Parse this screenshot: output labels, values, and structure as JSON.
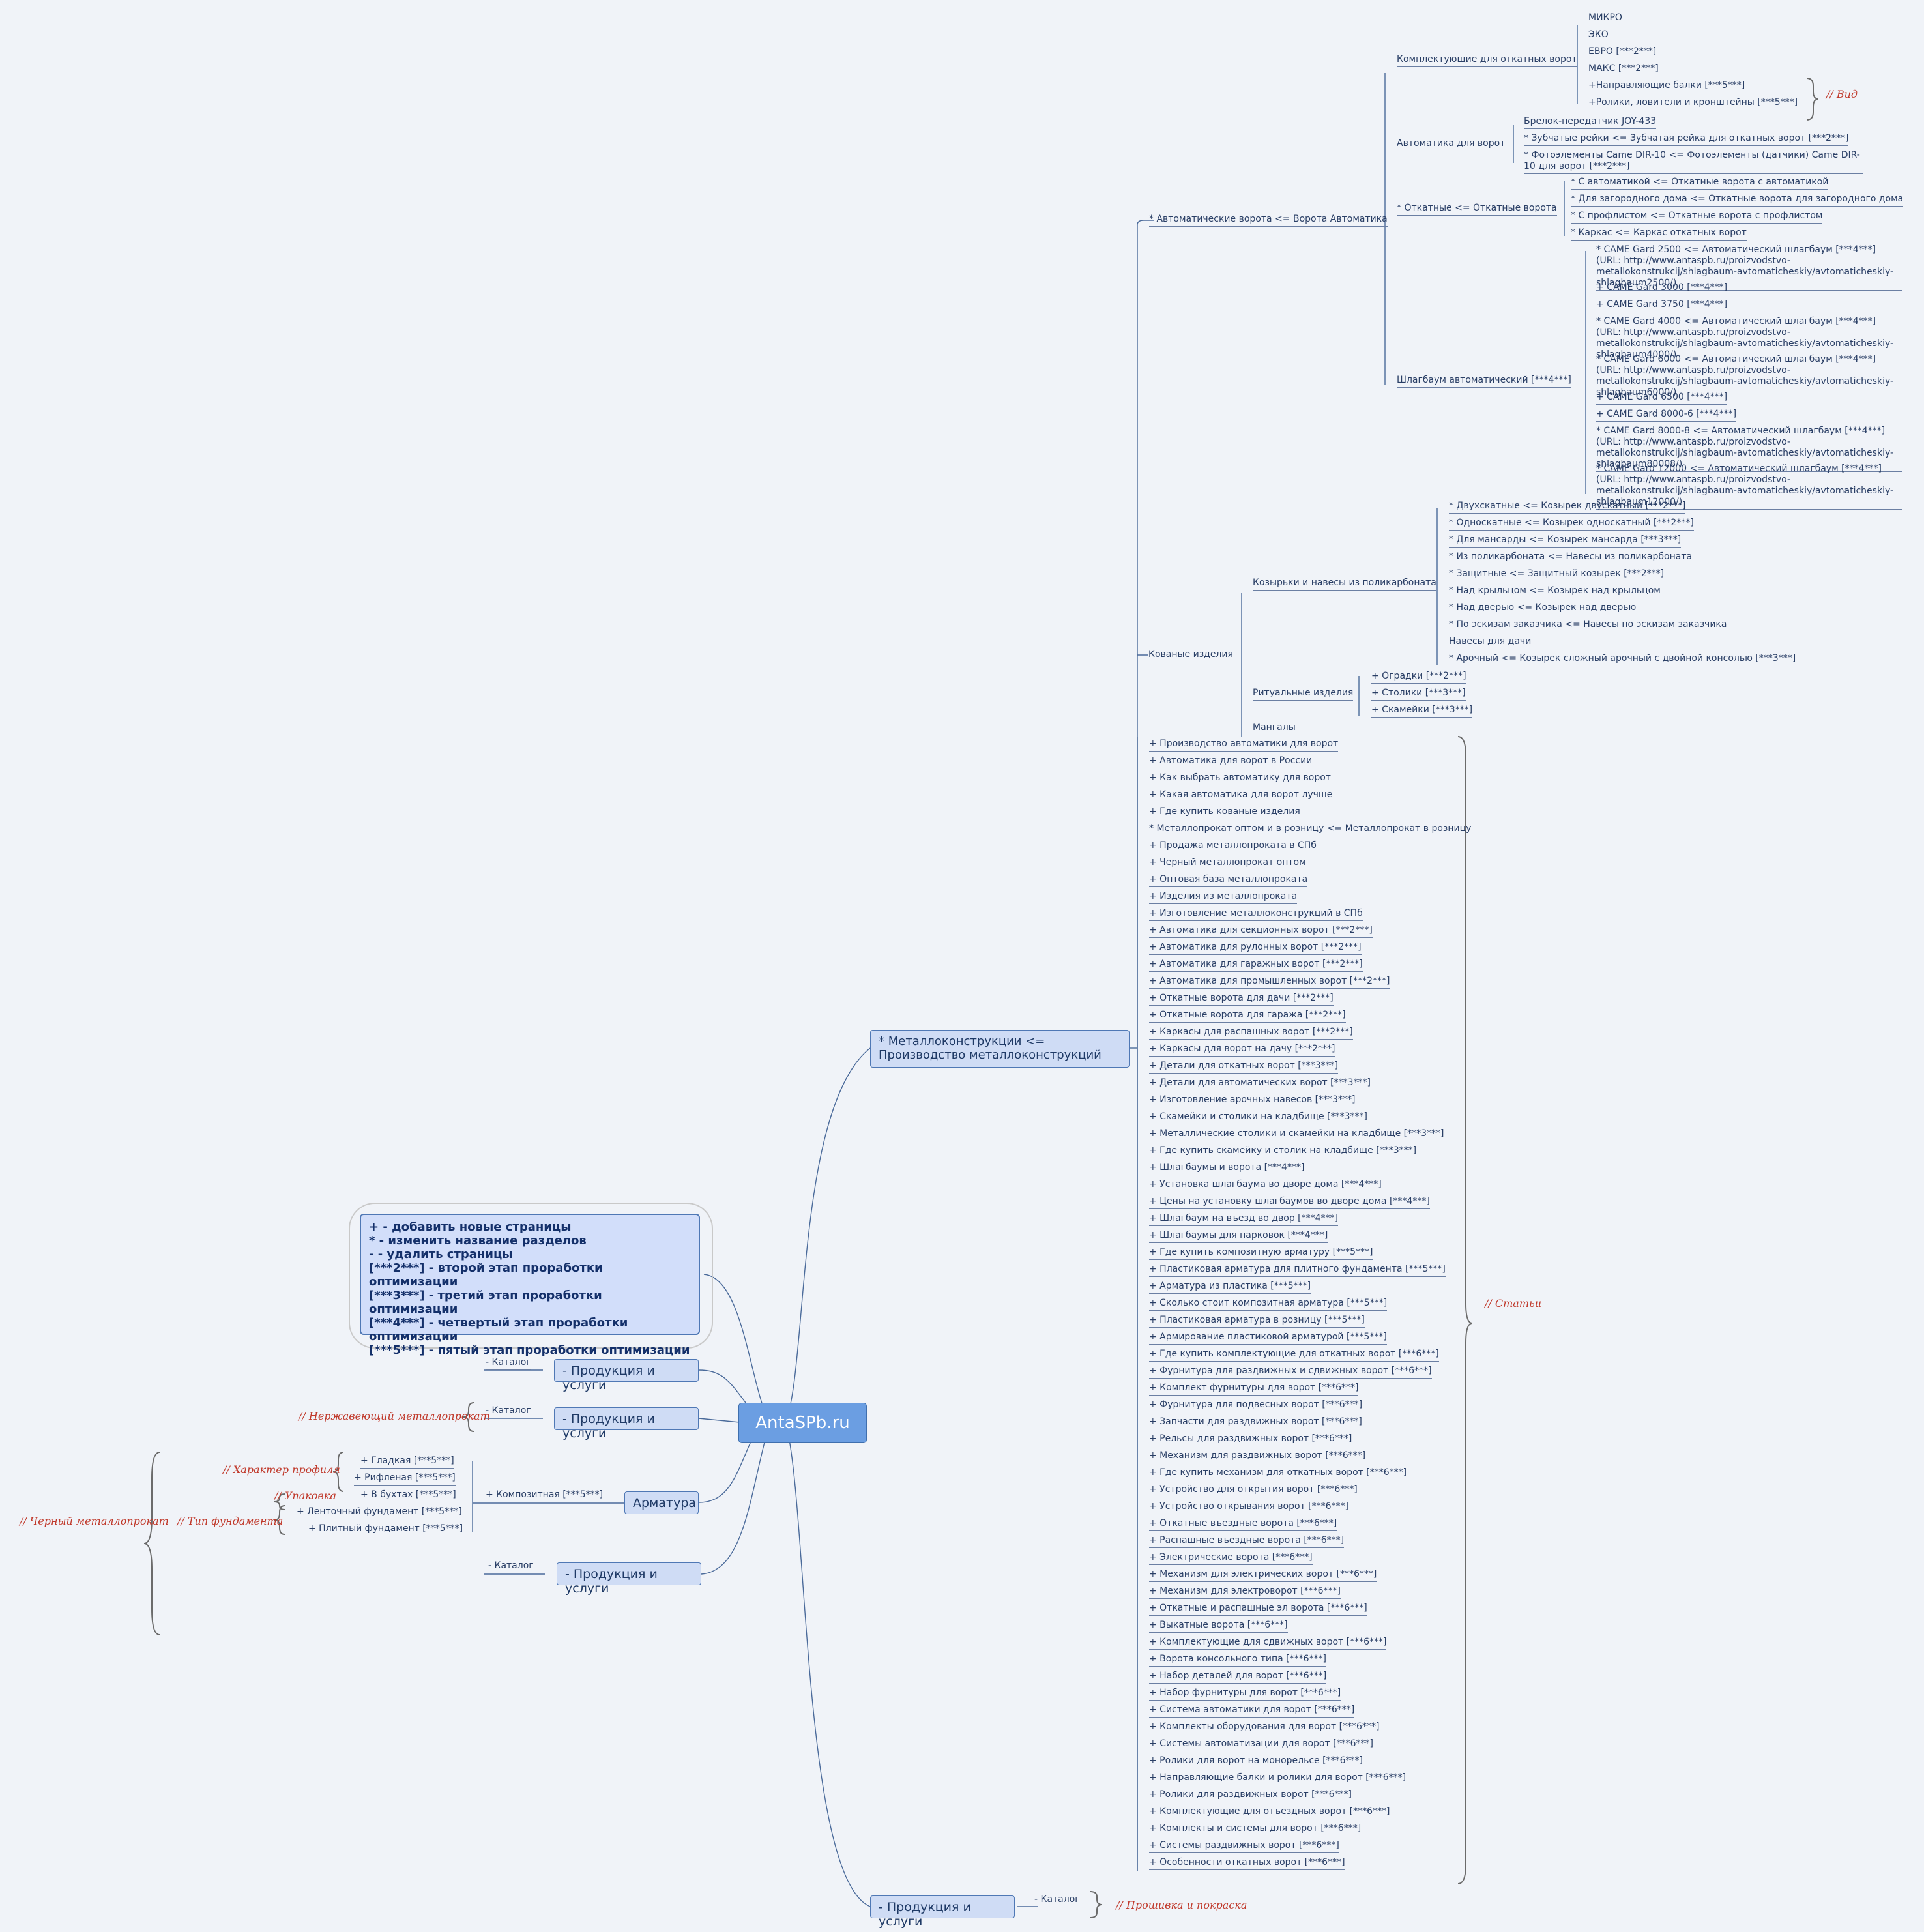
{
  "root": "AntaSPb.ru",
  "legend": [
    "+ - добавить новые страницы",
    "* - изменить название разделов",
    "- - удалить страницы",
    "[***2***] - второй этап проработки оптимизации",
    "[***3***] - третий этап проработки оптимизации",
    "[***4***] - четвертый этап проработки оптимизации",
    "[***5***] - пятый этап проработки оптимизации"
  ],
  "main_branch": "* Металлоконструкции <= Производство металлоконструкций",
  "auto_gates": {
    "label": "* Автоматические ворота <= Ворота Автоматика",
    "komplekt": {
      "label": "Комплектующие для откатных ворот",
      "items": [
        "МИКРО",
        "ЭКО",
        "ЕВРО [***2***]",
        "МАКС [***2***]",
        "+Направляющие балки [***5***]",
        "+Ролики, ловители и кронштейны [***5***]"
      ],
      "note": "// Вид"
    },
    "automatika": {
      "label": "Автоматика для ворот",
      "items": [
        "Брелок-передатчик JOY-433",
        "* Зубчатые рейки <= Зубчатая рейка для откатных ворот [***2***]",
        "* Фотоэлементы Came DIR-10 <= Фотоэлементы (датчики) Came DIR-10 для ворот [***2***]"
      ]
    },
    "otkatnye": {
      "label": "* Откатные <= Откатные ворота",
      "items": [
        "* С автоматикой <= Откатные ворота с автоматикой",
        "* Для загородного дома <= Откатные ворота для загородного дома",
        "* С профлистом <= Откатные ворота с профлистом",
        "* Каркас <= Каркас откатных ворот"
      ]
    },
    "shlagbaum": {
      "label": "Шлагбаум автоматический [***4***]",
      "items": [
        "* CAME Gard 2500 <= Автоматический шлагбаум [***4***] (URL: http://www.antaspb.ru/proizvodstvo-metallokonstrukcij/shlagbaum-avtomaticheskiy/avtomaticheskiy-shlagbaum2500/)",
        "+ CAME Gard 3000 [***4***]",
        "+ CAME Gard 3750 [***4***]",
        "* CAME Gard 4000 <= Автоматический шлагбаум [***4***] (URL: http://www.antaspb.ru/proizvodstvo-metallokonstrukcij/shlagbaum-avtomaticheskiy/avtomaticheskiy-shlagbaum4000/)",
        "* CAME Gard 6000 <= Автоматический шлагбаум [***4***] (URL: http://www.antaspb.ru/proizvodstvo-metallokonstrukcij/shlagbaum-avtomaticheskiy/avtomaticheskiy-shlagbaum6000/)",
        "+ CAME Gard 6500 [***4***]",
        "+ CAME Gard 8000-6 [***4***]",
        "* CAME Gard 8000-8 <= Автоматический шлагбаум [***4***] (URL: http://www.antaspb.ru/proizvodstvo-metallokonstrukcij/shlagbaum-avtomaticheskiy/avtomaticheskiy-shlagbaum80008/)",
        "* CAME Gard 12000 <= Автоматический шлагбаум [***4***] (URL: http://www.antaspb.ru/proizvodstvo-metallokonstrukcij/shlagbaum-avtomaticheskiy/avtomaticheskiy-shlagbaum12000/)"
      ]
    }
  },
  "kovanye": {
    "label": "Кованые изделия",
    "kozyrki": {
      "label": "Козырьки и навесы из поликарбоната",
      "items": [
        "* Двухскатные <= Козырек двускатный [***2***]",
        "* Односкатные <= Козырек односкатный [***2***]",
        "* Для мансарды <= Козырек мансарда [***3***]",
        "* Из поликарбоната <= Навесы из поликарбоната",
        "* Защитные <= Защитный козырек [***2***]",
        "* Над крыльцом <= Козырек над крыльцом",
        "* Над дверью <= Козырек над дверью",
        "* По эскизам заказчика <= Навесы по эскизам заказчика",
        "Навесы для дачи",
        "* Арочный <= Козырек сложный арочный с двойной консолью [***3***]"
      ]
    },
    "ritual": {
      "label": "Ритуальные изделия",
      "items": [
        "+ Оградки [***2***]",
        "+ Столики [***3***]",
        "+ Скамейки [***3***]"
      ]
    },
    "mangaly": "Мангалы"
  },
  "articles": {
    "note": "// Статьи",
    "items": [
      "+ Производство автоматики для ворот",
      "+ Автоматика для ворот в России",
      "+ Как выбрать автоматику для ворот",
      "+ Какая автоматика для ворот лучше",
      "+ Где купить кованые изделия",
      "* Металлопрокат оптом и в розницу <= Металлопрокат в розницу",
      "+ Продажа металлопроката в СПб",
      "+ Черный металлопрокат оптом",
      "+ Оптовая база металлопроката",
      "+ Изделия из металлопроката",
      "+ Изготовление металлоконструкций в СПб",
      "+ Автоматика для секционных ворот [***2***]",
      "+ Автоматика для рулонных ворот [***2***]",
      "+ Автоматика для гаражных ворот [***2***]",
      "+ Автоматика для промышленных ворот [***2***]",
      "+ Откатные ворота для дачи [***2***]",
      "+ Откатные ворота для гаража [***2***]",
      "+ Каркасы для распашных ворот [***2***]",
      "+ Каркасы для ворот на дачу [***2***]",
      "+ Детали для откатных ворот [***3***]",
      "+ Детали для автоматических ворот [***3***]",
      "+ Изготовление арочных навесов [***3***]",
      "+ Скамейки и столики на кладбище [***3***]",
      "+ Металлические столики и скамейки на кладбище [***3***]",
      "+ Где купить скамейку и столик на кладбище [***3***]",
      "+ Шлагбаумы и ворота [***4***]",
      "+ Установка шлагбаума во дворе дома [***4***]",
      "+ Цены на установку шлагбаумов во дворе дома [***4***]",
      "+ Шлагбаум на въезд во двор [***4***]",
      "+ Шлагбаумы для парковок [***4***]",
      "+ Где купить композитную арматуру [***5***]",
      "+ Пластиковая арматура для плитного фундамента  [***5***]",
      "+ Арматура из пластика [***5***]",
      "+ Сколько стоит композитная арматура [***5***]",
      "+ Пластиковая арматура в розницу [***5***]",
      "+ Армирование пластиковой арматурой [***5***]",
      "+ Где купить комплектующие для откатных ворот [***6***]",
      "+ Фурнитура для раздвижных и сдвижных ворот [***6***]",
      "+ Комплект фурнитуры для ворот [***6***]",
      "+ Фурнитура для подвесных ворот [***6***]",
      "+ Запчасти для раздвижных ворот [***6***]",
      "+ Рельсы для раздвижных ворот  [***6***]",
      "+ Механизм для раздвижных ворот [***6***]",
      "+ Где купить механизм для откатных ворот [***6***]",
      "+ Устройство для открытия ворот [***6***]",
      "+ Устройство открывания ворот [***6***]",
      "+ Откатные въездные ворота [***6***]",
      "+ Распашные въездные ворота [***6***]",
      "+ Электрические ворота [***6***]",
      "+ Механизм для электрических ворот [***6***]",
      "+ Механизм для электроворот [***6***]",
      "+ Откатные и распашные эл ворота [***6***]",
      "+ Выкатные ворота [***6***]",
      "+ Комплектующие для сдвижных ворот [***6***]",
      "+ Ворота консольного типа [***6***]",
      "+ Набор деталей для ворот [***6***]",
      "+ Набор фурнитуры для ворот [***6***]",
      "+ Система автоматики для ворот [***6***]",
      "+ Комплекты оборудования для ворот [***6***]",
      "+ Системы автоматизации для ворот [***6***]",
      "+ Ролики для ворот на монорельсе [***6***]",
      "+ Направляющие балки и ролики для ворот [***6***]",
      "+ Ролики для раздвижных ворот [***6***]",
      "+ Комплектующие для отъездных ворот [***6***]",
      "+ Комплекты и системы для ворот [***6***]",
      "+ Системы раздвижных ворот [***6***]",
      "+ Особенности откатных ворот [***6***]"
    ]
  },
  "left": {
    "prod1": {
      "label": "- Продукция и услуги",
      "child": "- Каталог"
    },
    "prod2": {
      "label": "- Продукция и услуги",
      "child": "- Каталог",
      "note": "// Нержавеющий металлопрокат"
    },
    "armatura": {
      "label": "Арматура",
      "child": "+ Композитная [***5***]",
      "items": [
        "+ Гладкая [***5***]",
        "+ Рифленая [***5***]",
        "+ В бухтах [***5***]",
        "+ Ленточный фундамент [***5***]",
        "+ Плитный фундамент [***5***]"
      ],
      "notes": {
        "profile": "// Характер профиля",
        "pack": "// Упаковка",
        "found": "// Тип фундамента",
        "black": "// Черный металлопрокат"
      }
    },
    "prod3": {
      "label": "- Продукция и услуги",
      "child": "- Каталог"
    }
  },
  "bottom": {
    "label": "- Продукция и услуги",
    "child": "- Каталог",
    "note": "// Прошивка и покраска"
  }
}
